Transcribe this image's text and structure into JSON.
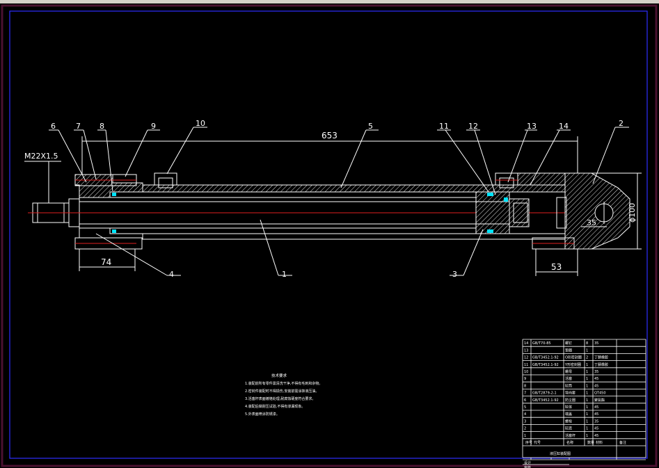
{
  "colors": {
    "background": "#000000",
    "frame_outer": "#4a1130",
    "frame_inner": "#2d2dff",
    "linework": "#ffffff",
    "centerline": "#e02020",
    "seal": "#00e5ff",
    "titlebar": "#d4d0c8"
  },
  "thread_label": "M22X1.5",
  "dimensions": {
    "overall_length": "653",
    "rod_end_offset": "74",
    "cap_offset": "53",
    "cap_diameter": "ϕ100",
    "pin_offset": "35"
  },
  "balloons": [
    "6",
    "7",
    "8",
    "9",
    "10",
    "5",
    "11",
    "12",
    "13",
    "14",
    "2",
    "4",
    "1",
    "3"
  ],
  "notes": {
    "title": "技术要求",
    "lines": [
      "1.装配前所有零件需清洗干净,不得有毛刺和杂物。",
      "2.密封件装配时不得损伤,安装前需涂抹液压油。",
      "3.活塞杆表面镀铬处理,耐腐蚀硬度符合要求。",
      "4.装配后做耐压试验,不得有渗漏现象。",
      "5.外表面喷涂防锈漆。"
    ]
  },
  "parts_table": {
    "rows": [
      {
        "no": "14",
        "code": "GB/T70-85",
        "name": "螺钉",
        "qty": "8",
        "material": "35",
        "note": ""
      },
      {
        "no": "13",
        "code": "",
        "name": "垫圈",
        "qty": "1",
        "material": "",
        "note": ""
      },
      {
        "no": "12",
        "code": "GB/T3452.1-92",
        "name": "O形密封圈",
        "qty": "2",
        "material": "丁腈橡胶",
        "note": ""
      },
      {
        "no": "11",
        "code": "GB/T3452.1-92",
        "name": "Y形密封圈",
        "qty": "1",
        "material": "丁腈橡胶",
        "note": ""
      },
      {
        "no": "10",
        "code": "",
        "name": "螺母",
        "qty": "1",
        "material": "35",
        "note": ""
      },
      {
        "no": "9",
        "code": "",
        "name": "活塞",
        "qty": "1",
        "material": "45",
        "note": ""
      },
      {
        "no": "8",
        "code": "",
        "name": "缸筒",
        "qty": "1",
        "material": "45",
        "note": ""
      },
      {
        "no": "7",
        "code": "GB/T2879-2-1",
        "name": "导向套",
        "qty": "1",
        "material": "QT450",
        "note": ""
      },
      {
        "no": "6",
        "code": "GB/T3452.1-92",
        "name": "防尘圈",
        "qty": "1",
        "material": "聚氨酯",
        "note": ""
      },
      {
        "no": "5",
        "code": "",
        "name": "缸体",
        "qty": "1",
        "material": "45",
        "note": ""
      },
      {
        "no": "4",
        "code": "",
        "name": "端盖",
        "qty": "1",
        "material": "45",
        "note": ""
      },
      {
        "no": "3",
        "code": "",
        "name": "螺栓",
        "qty": "1",
        "material": "35",
        "note": ""
      },
      {
        "no": "2",
        "code": "",
        "name": "缸底",
        "qty": "1",
        "material": "45",
        "note": ""
      },
      {
        "no": "1",
        "code": "",
        "name": "活塞杆",
        "qty": "1",
        "material": "45",
        "note": ""
      }
    ],
    "header": {
      "no": "序号",
      "code": "代号",
      "name": "名称",
      "qty": "数量",
      "material": "材料",
      "note": "备注"
    },
    "title": "液压缸装配图",
    "sign_rows": [
      "设计",
      "审核"
    ]
  }
}
